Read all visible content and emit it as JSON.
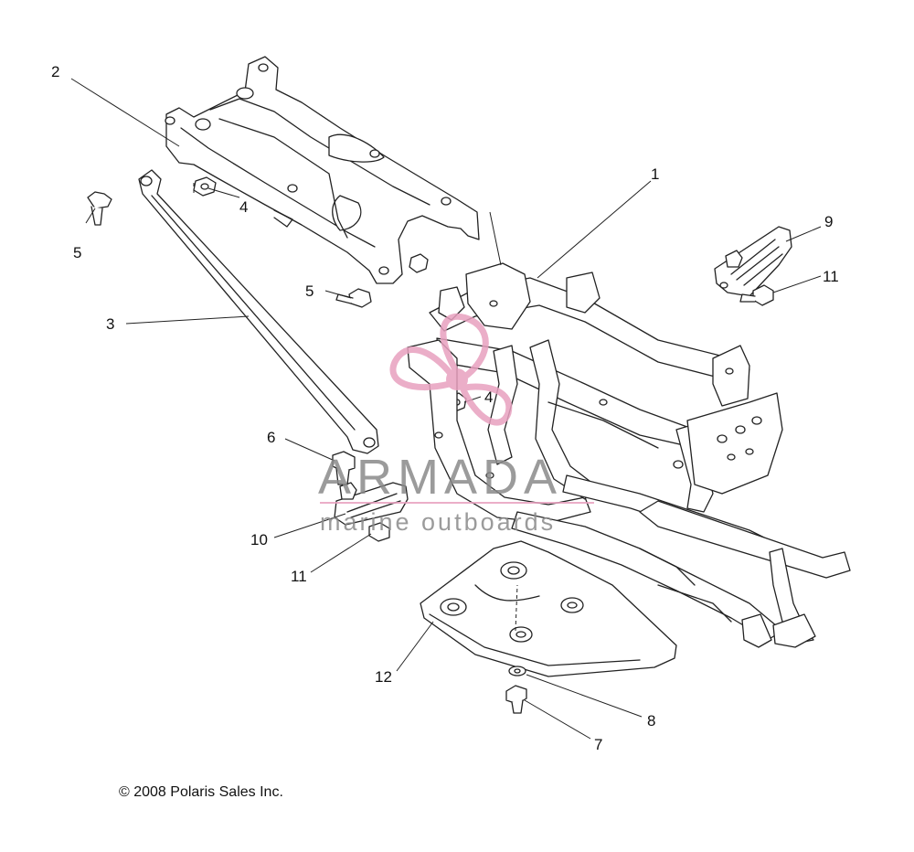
{
  "diagram": {
    "callouts": [
      {
        "id": "c1",
        "label": "1"
      },
      {
        "id": "c2",
        "label": "2"
      },
      {
        "id": "c3",
        "label": "3"
      },
      {
        "id": "c4a",
        "label": "4"
      },
      {
        "id": "c4b",
        "label": "4"
      },
      {
        "id": "c5a",
        "label": "5"
      },
      {
        "id": "c5b",
        "label": "5"
      },
      {
        "id": "c6",
        "label": "6"
      },
      {
        "id": "c7",
        "label": "7"
      },
      {
        "id": "c8",
        "label": "8"
      },
      {
        "id": "c9",
        "label": "9"
      },
      {
        "id": "c10",
        "label": "10"
      },
      {
        "id": "c11a",
        "label": "11"
      },
      {
        "id": "c11b",
        "label": "11"
      },
      {
        "id": "c12",
        "label": "12"
      }
    ],
    "copyright": "© 2008 Polaris Sales Inc."
  },
  "watermark": {
    "title": "ARMADA",
    "subtitle": "marine outboards",
    "color_primary": "#e8a0bf",
    "color_text": "#8a8a8a"
  }
}
